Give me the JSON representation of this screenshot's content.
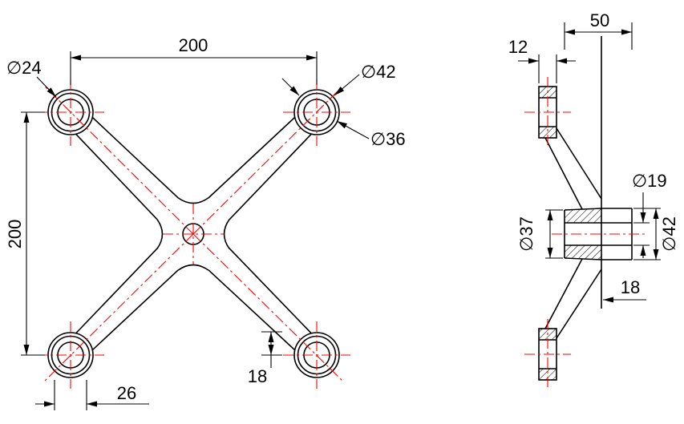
{
  "front": {
    "width": "200",
    "height": "200",
    "hole_dia": "∅24",
    "boss_outer_dia": "∅42",
    "boss_mid_dia": "∅36",
    "slot_width": "26",
    "arm_thickness": "18"
  },
  "side": {
    "depth": "50",
    "arm_end_thickness": "12",
    "center_hole_dia": "∅19",
    "cone_dia": "∅37",
    "cylinder_dia": "∅42",
    "plate_thickness": "18"
  },
  "colors": {
    "outline": "#000000",
    "centerline": "#ff0000",
    "background": "#ffffff"
  }
}
